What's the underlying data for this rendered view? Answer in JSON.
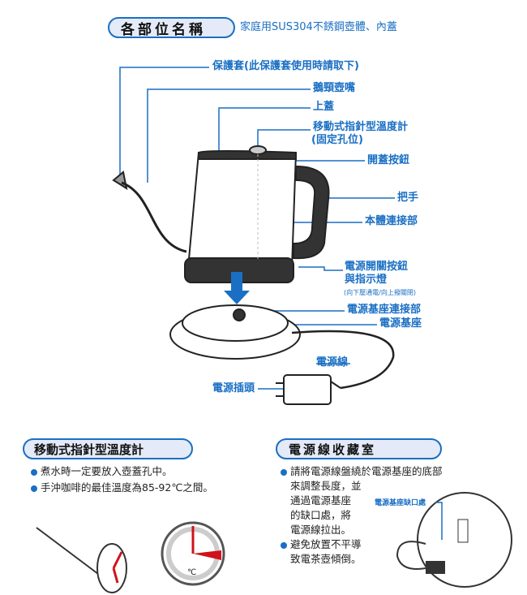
{
  "header": {
    "title": "各部位名稱",
    "subtitle": "家庭用SUS304不銹鋼壺體、內蓋"
  },
  "parts": {
    "cover": "保護套(此保護套使用時請取下)",
    "spout": "鵝頸壺嘴",
    "lid": "上蓋",
    "thermometer": "移動式指針型溫度計",
    "thermometer_note": "(固定孔位)",
    "lid_button": "開蓋按鈕",
    "handle": "把手",
    "body_connector": "本體連接部",
    "switch_line1": "電源開關按鈕",
    "switch_line2": "與指示燈",
    "switch_note": "(向下壓通電/向上撥關閉)",
    "base_connector": "電源基座連接部",
    "base": "電源基座",
    "cord": "電源線",
    "plug": "電源插頭"
  },
  "thermo_section": {
    "title": "移動式指針型溫度計",
    "bullets": [
      "煮水時一定要放入壺蓋孔中。",
      "手沖咖啡的最佳溫度為85-92℃之間。"
    ],
    "unit": "℃"
  },
  "cord_section": {
    "title": "電源線收藏室",
    "bullet1_lines": [
      "請將電源線盤繞於電源基座的底部",
      "來調整長度，並",
      "通過電源基座",
      "的缺口處，將",
      "電源線拉出。"
    ],
    "bullet2_lines": [
      "避免放置不平導",
      "致電茶壺傾倒。"
    ],
    "notch_label": "電源基座缺口處"
  },
  "colors": {
    "accent": "#1a6fc4",
    "pill_bg": "#e4eaf7",
    "needle": "#d0121b"
  }
}
